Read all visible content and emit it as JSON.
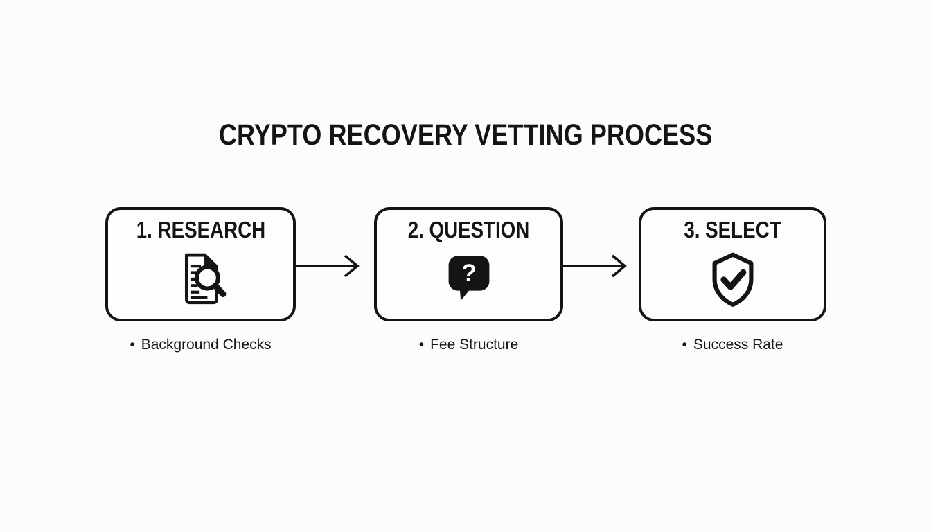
{
  "colors": {
    "background": "#fbfcfd",
    "ink": "#141414",
    "box_fill": "#fdfdfe",
    "icon_white": "#ffffff"
  },
  "title": "CRYPTO RECOVERY VETTING PROCESS",
  "steps": [
    {
      "label": "1. RESEARCH",
      "icon": "document-search-icon",
      "bullet": "•",
      "note": "Background Checks"
    },
    {
      "label": "2. QUESTION",
      "icon": "question-bubble-icon",
      "bullet": "•",
      "note": "Fee Structure"
    },
    {
      "label": "3. SELECT",
      "icon": "shield-check-icon",
      "bullet": "•",
      "note": "Success Rate"
    }
  ],
  "question_mark": "?",
  "connectors": [
    {
      "name": "arrow-step1-to-step2"
    },
    {
      "name": "arrow-step2-to-step3"
    }
  ]
}
